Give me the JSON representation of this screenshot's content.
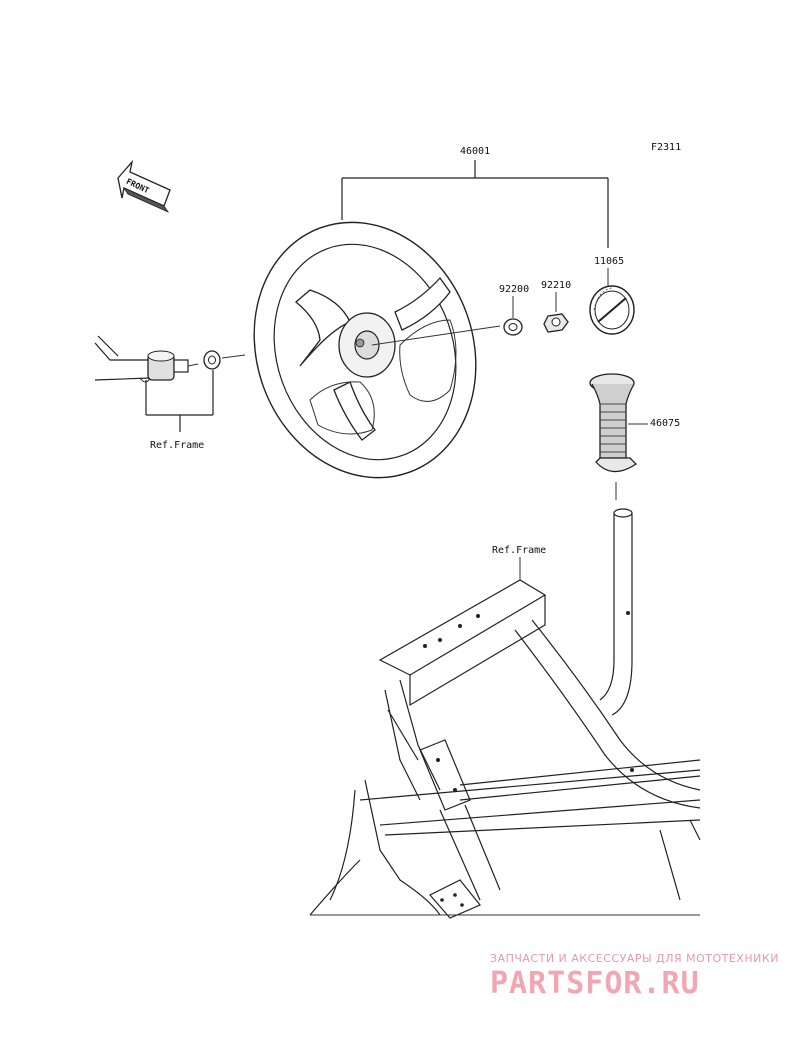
{
  "figure_code": "F2311",
  "front_arrow": "FRONT",
  "callouts": {
    "steering_wheel": "46001",
    "cover": "11065",
    "washer": "92200",
    "nut": "92210",
    "grip": "46075",
    "ref_frame_column": "Ref.Frame",
    "ref_frame_body": "Ref.Frame"
  },
  "watermark": {
    "tagline": "ЗАПЧАСТИ И АКСЕССУАРЫ ДЛЯ МОТОТЕХНИКИ",
    "logo": "PARTSFOR.RU"
  },
  "colors": {
    "line": "#222222",
    "watermark": "#f2a6b2"
  }
}
